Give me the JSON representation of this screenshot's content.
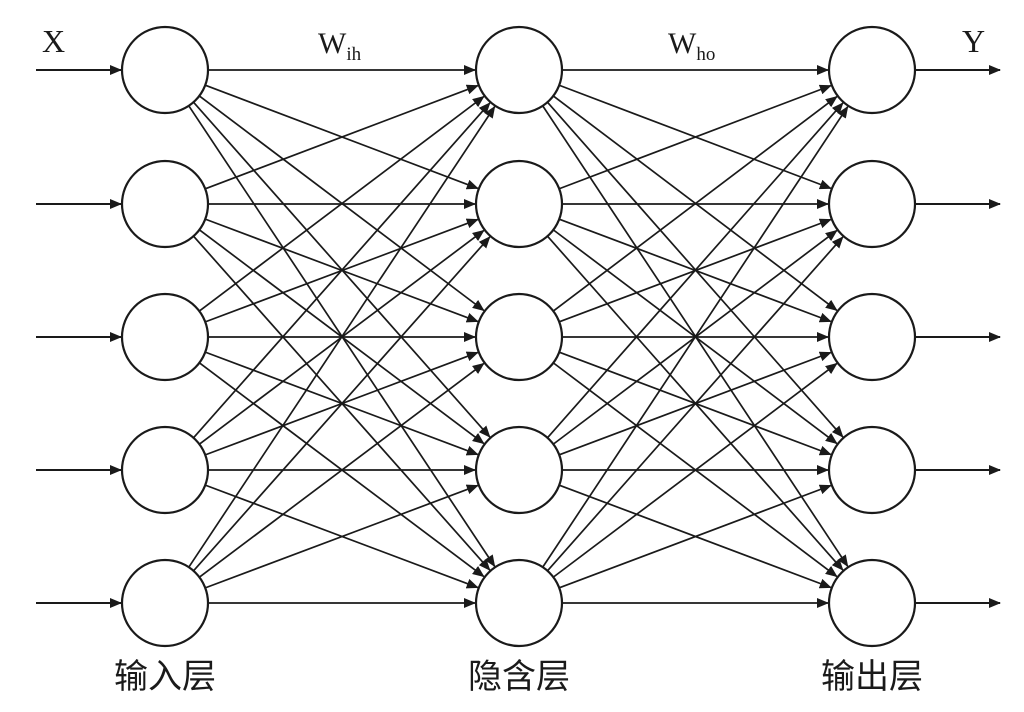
{
  "input_var": "X",
  "output_var": "Y",
  "weights": {
    "input_hidden": {
      "symbol": "W",
      "subscript": "ih"
    },
    "hidden_output": {
      "symbol": "W",
      "subscript": "ho"
    }
  },
  "layers": [
    {
      "key": "input",
      "label": "输入层",
      "nodes": 5
    },
    {
      "key": "hidden",
      "label": "隐含层",
      "nodes": 5
    },
    {
      "key": "output",
      "label": "输出层",
      "nodes": 5
    }
  ],
  "connectivity": "fully-connected",
  "colors": {
    "ink": "#1a1a1a",
    "background": "#ffffff"
  }
}
